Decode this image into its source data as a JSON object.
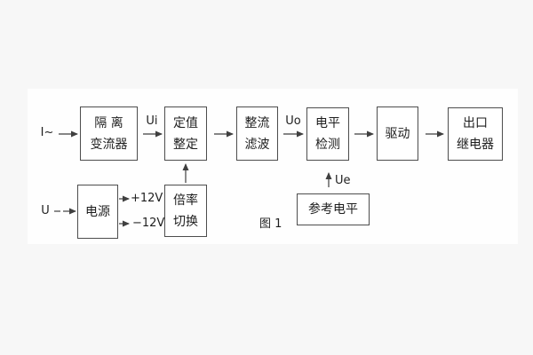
{
  "figure": {
    "caption": "图 1",
    "colors": {
      "line": "#444444",
      "text": "#1e1e1e",
      "background": "#f7f7f7",
      "panel": "#ffffff"
    },
    "labels": {
      "input_current": "I~",
      "input_voltage": "U",
      "ui": "Ui",
      "uo": "Uo",
      "ue": "Ue",
      "plus12v": "+12V",
      "minus12v": "−12V"
    },
    "blocks": {
      "isolation_transformer": {
        "line1": "隔 离",
        "line2": "变流器"
      },
      "setting_adjust": {
        "line1": "定值",
        "line2": "整定"
      },
      "rectify_filter": {
        "line1": "整流",
        "line2": "滤波"
      },
      "level_detect": {
        "line1": "电平",
        "line2": "检测"
      },
      "drive": {
        "line1": "驱动"
      },
      "output_relay": {
        "line1": "出口",
        "line2": "继电器"
      },
      "power_supply": {
        "line1": "电源"
      },
      "ratio_switch": {
        "line1": "倍率",
        "line2": "切换"
      },
      "reference_level": {
        "line1": "参考电平"
      }
    }
  }
}
